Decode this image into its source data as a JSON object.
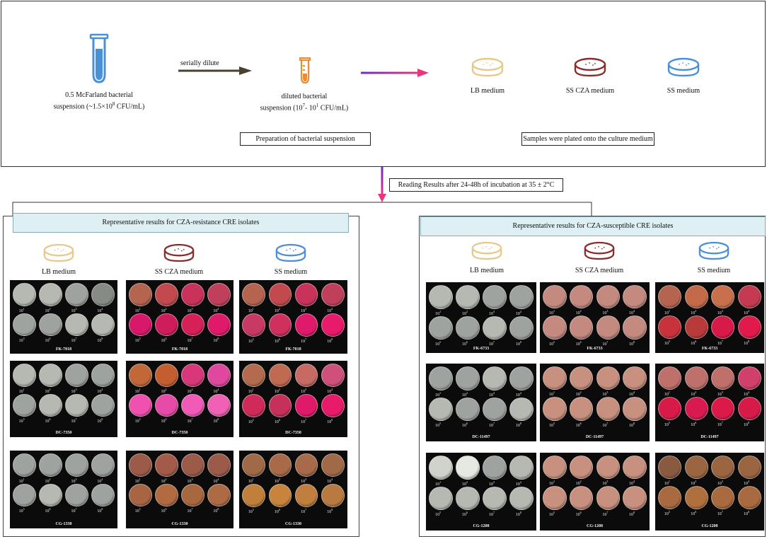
{
  "colors": {
    "lb_icon": "#e8c98a",
    "ss_cza_icon": "#8b2c2c",
    "ss_icon": "#4a90d9",
    "tube": "#4a90d9",
    "small_tube": "#f08a2e",
    "gradient_start": "#6a2fc0",
    "gradient_end": "#e8357e",
    "panel_head_bg": "#dff0f5"
  },
  "top": {
    "arrow_label": "serially dilute",
    "tube_label_line1": "0.5 McFarland bacterial",
    "tube_label_line2": "suspension (~1.5×10",
    "tube_label_exp": "8",
    "tube_label_tail": " CFU/mL)",
    "diluted_line1": "diluted bacterial",
    "diluted_line2_a": "suspension (10",
    "diluted_exp1": "7",
    "diluted_line2_b": "- 10",
    "diluted_exp2": "1",
    "diluted_line2_c": " CFU/mL)",
    "media": [
      {
        "label": "LB medium",
        "icon": "plate-icon"
      },
      {
        "label": "SS CZA medium",
        "icon": "plate-icon"
      },
      {
        "label": "SS medium",
        "icon": "plate-icon"
      }
    ],
    "prep_box": "Preparation of bacterial suspension",
    "plated_box": "Samples were plated onto the culture medium"
  },
  "reading_box": "Reading Results after 24-48h of incubation at 35 ± 2°C",
  "panels": [
    {
      "title": "Representative results for CZA-resistance CRE isolates",
      "media": [
        "LB medium",
        "SS CZA medium",
        "SS medium"
      ],
      "isolates": [
        "FK-7018",
        "DC-7350",
        "CG-1330"
      ]
    },
    {
      "title": "Representative results for CZA-susceptible CRE isolates",
      "media": [
        "LB medium",
        "SS CZA medium",
        "SS medium"
      ],
      "isolates": [
        "FK-6733",
        "DC-11497",
        "CG-1208"
      ]
    }
  ],
  "dilution_base": "10",
  "dilution_exponents": [
    "1",
    "2",
    "3",
    "4",
    "5",
    "6",
    "7",
    "8"
  ]
}
